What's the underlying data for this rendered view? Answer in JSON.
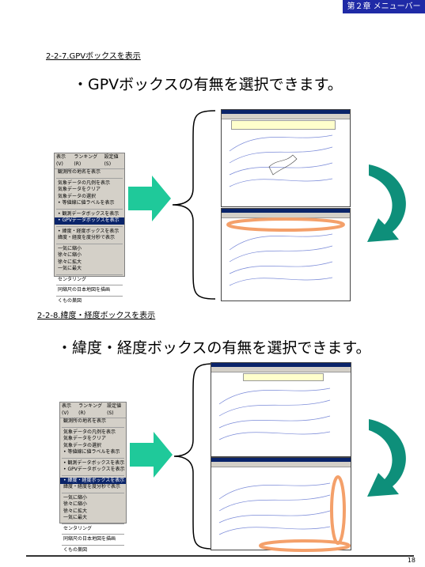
{
  "header": {
    "tab_label": "第２章 メニューバー"
  },
  "section1": {
    "title": "2-2-7.GPVボックスを表示",
    "heading": "・GPVボックスの有無を選択できます。",
    "menu": {
      "bar": [
        "表示(V)",
        "ランキング(R)",
        "設定値(S)"
      ],
      "items": [
        {
          "label": "観測所の地名を表示",
          "hi": false
        },
        {
          "sep": true
        },
        {
          "label": "気象データの凡例を表示",
          "hi": false
        },
        {
          "label": "気象データをクリア",
          "hi": false
        },
        {
          "label": "気象データの選択",
          "hi": false
        },
        {
          "label": "• 等値線に値ラベルを表示",
          "hi": false
        },
        {
          "sep": true
        },
        {
          "label": "• 観測データボックスを表示",
          "hi": false
        },
        {
          "label": "• GPVデータボックスを表示",
          "hi": true
        },
        {
          "sep": true
        },
        {
          "label": "• 緯度・経度ボックスを表示",
          "hi": false
        },
        {
          "label": "緯度・経度を度分秒で表示",
          "hi": false
        },
        {
          "sep": true
        },
        {
          "label": "一気に縮小",
          "hi": false
        },
        {
          "label": "徐々に縮小",
          "hi": false
        },
        {
          "label": "徐々に拡大",
          "hi": false
        },
        {
          "label": "一気に最大",
          "hi": false
        },
        {
          "sep": true
        },
        {
          "label": "センタリング",
          "hi": false
        },
        {
          "sep": true
        },
        {
          "label": "同縮尺の日本地図を描画",
          "hi": false
        },
        {
          "sep": true
        },
        {
          "label": "くもの巣図",
          "hi": false
        }
      ]
    }
  },
  "section2": {
    "title": "2-2-8.緯度・経度ボックスを表示",
    "heading": "・緯度・経度ボックスの有無を選択できます。",
    "menu": {
      "bar": [
        "表示(V)",
        "ランキング(R)",
        "設定値(S)"
      ],
      "items": [
        {
          "label": "観測所の地名を表示",
          "hi": false
        },
        {
          "sep": true
        },
        {
          "label": "気象データの凡例を表示",
          "hi": false
        },
        {
          "label": "気象データをクリア",
          "hi": false
        },
        {
          "label": "気象データの選択",
          "hi": false
        },
        {
          "label": "• 等値線に値ラベルを表示",
          "hi": false
        },
        {
          "sep": true
        },
        {
          "label": "• 観測データボックスを表示",
          "hi": false
        },
        {
          "label": "• GPVデータボックスを表示",
          "hi": false
        },
        {
          "sep": true
        },
        {
          "label": "• 緯度・経度ボックスを表示",
          "hi": true
        },
        {
          "label": "緯度・経度を度分秒で表示",
          "hi": false
        },
        {
          "sep": true
        },
        {
          "label": "一気に縮小",
          "hi": false
        },
        {
          "label": "徐々に縮小",
          "hi": false
        },
        {
          "label": "徐々に拡大",
          "hi": false
        },
        {
          "label": "一気に最大",
          "hi": false
        },
        {
          "sep": true
        },
        {
          "label": "センタリング",
          "hi": false
        },
        {
          "sep": true
        },
        {
          "label": "同縮尺の日本地図を描画",
          "hi": false
        },
        {
          "sep": true
        },
        {
          "label": "くもの巣図",
          "hi": false
        }
      ]
    }
  },
  "footer": {
    "page_number": "18"
  },
  "colors": {
    "accent_green": "#1fc99a",
    "teal_arrow": "#0e8f7a",
    "highlight_oval": "#f4a06a",
    "header_blue": "#1f2aa6"
  }
}
